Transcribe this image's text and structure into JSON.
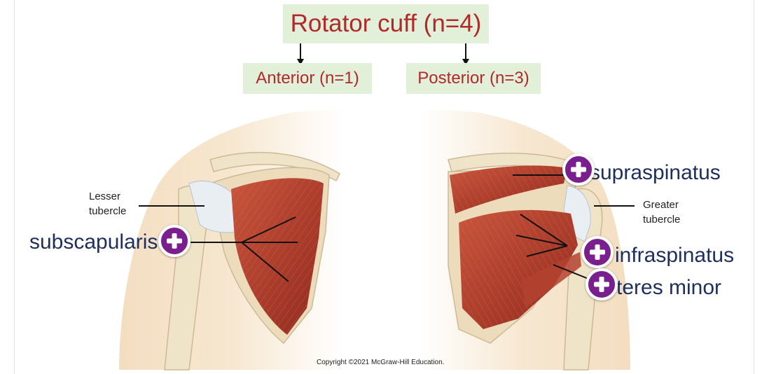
{
  "title": "Rotator cuff (n=4)",
  "groups": {
    "anterior": "Anterior (n=1)",
    "posterior": "Posterior (n=3)"
  },
  "labels": {
    "lesser_tubercle_line1": "Lesser",
    "lesser_tubercle_line2": "tubercle",
    "greater_tubercle_line1": "Greater",
    "greater_tubercle_line2": "tubercle"
  },
  "muscles": {
    "subscapularis": "subscapularis",
    "supraspinatus": "supraspinatus",
    "infraspinatus": "infraspinatus",
    "teres_minor": "teres minor"
  },
  "copyright": "Copyright ©2021 McGraw-Hill Education.",
  "icons": {
    "expand": "plus-circle-icon",
    "connector": "arrow-down-icon"
  },
  "colors": {
    "title_text": "#b02a2a",
    "box_fill": "#e2efd9",
    "muscle_label": "#1e2f5e",
    "plus_button": "#7a1f8e"
  }
}
